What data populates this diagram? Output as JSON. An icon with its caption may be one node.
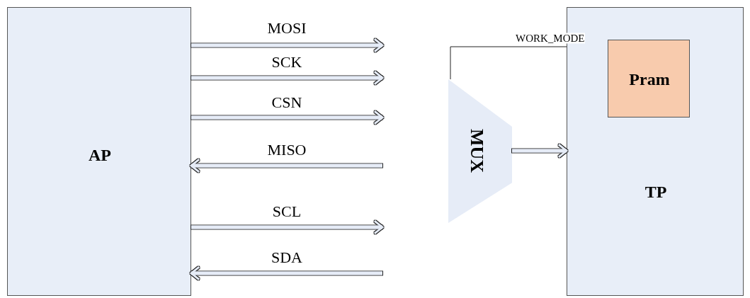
{
  "diagram": {
    "nodes": [
      {
        "text": [
          "AP"
        ]
      },
      {
        "text": [
          "TP"
        ]
      },
      {
        "text": [
          "Pram"
        ],
        "in": 1
      },
      {
        "text": [
          "MUX"
        ]
      }
    ],
    "edges": [
      {
        "from": 0,
        "to": null,
        "arrow": "to",
        "label": "MOSI"
      },
      {
        "from": 0,
        "to": null,
        "arrow": "to",
        "label": "SCK"
      },
      {
        "from": 0,
        "to": null,
        "arrow": "to",
        "label": "CSN"
      },
      {
        "from": null,
        "to": 0,
        "arrow": "to",
        "label": "MISO"
      },
      {
        "from": 0,
        "to": null,
        "arrow": "to",
        "label": "SCL"
      },
      {
        "from": null,
        "to": 0,
        "arrow": "to",
        "label": "SDA"
      },
      {
        "from": 3,
        "to": 1,
        "arrow": "to"
      },
      {
        "from": 1,
        "to": 3,
        "arrow": "none",
        "label": "WORK_MODE",
        "color": "#222222"
      }
    ]
  }
}
